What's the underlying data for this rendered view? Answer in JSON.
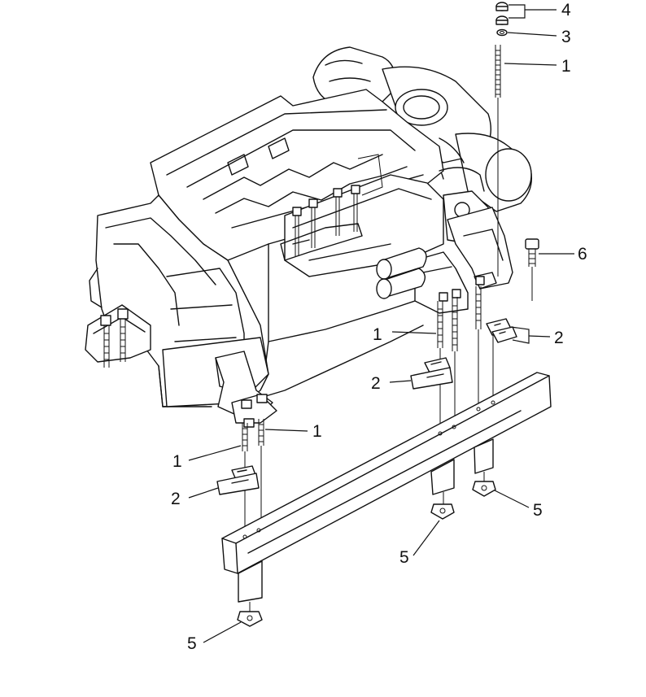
{
  "callouts": [
    {
      "id": "c4",
      "text": "4"
    },
    {
      "id": "c3",
      "text": "3"
    },
    {
      "id": "c1a",
      "text": "1"
    },
    {
      "id": "c6",
      "text": "6"
    },
    {
      "id": "c2a",
      "text": "2"
    },
    {
      "id": "c1b",
      "text": "1"
    },
    {
      "id": "c2b",
      "text": "2"
    },
    {
      "id": "c1c",
      "text": "1"
    },
    {
      "id": "c1d",
      "text": "1"
    },
    {
      "id": "c2c",
      "text": "2"
    },
    {
      "id": "c5a",
      "text": "5"
    },
    {
      "id": "c5b",
      "text": "5"
    },
    {
      "id": "c5c",
      "text": "5"
    }
  ]
}
